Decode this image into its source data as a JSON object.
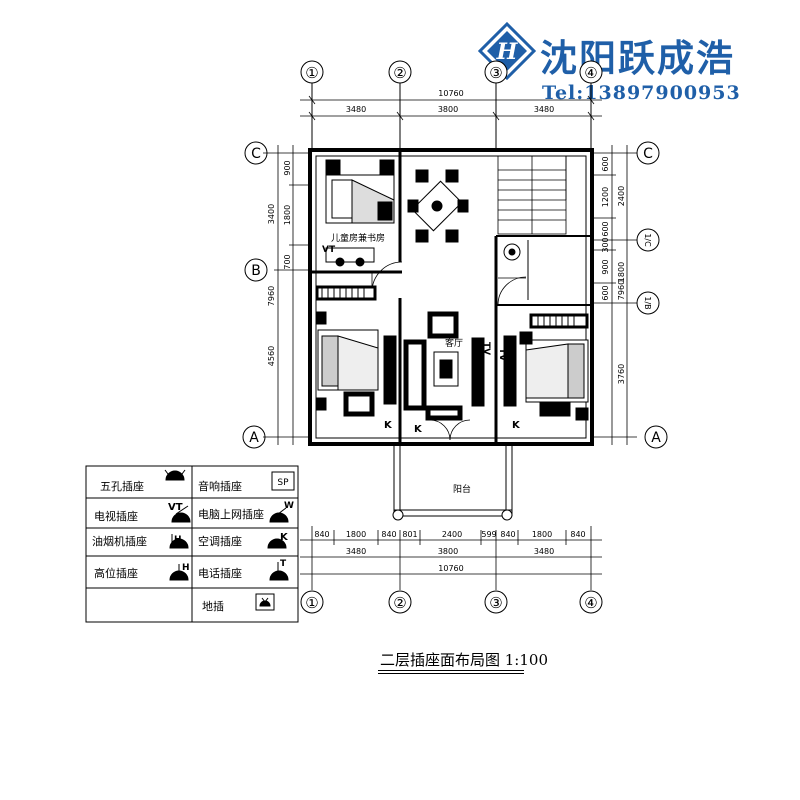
{
  "brand": {
    "name": "沈阳跃成浩",
    "tel": "Tel:13897900953",
    "color": "#1f5fa8"
  },
  "grid": {
    "columns": [
      "①",
      "②",
      "③",
      "④"
    ],
    "rows": [
      "A",
      "B",
      "C"
    ],
    "sub_rows": [
      "1/C",
      "1/B"
    ]
  },
  "dims_top": {
    "total": "10760",
    "segments": [
      "3480",
      "3800",
      "3480"
    ]
  },
  "dims_bottom": {
    "fine": [
      "840",
      "1800",
      "840",
      "801",
      "2400",
      "599",
      "840",
      "1800",
      "840"
    ],
    "segments": [
      "3480",
      "3800",
      "3480"
    ],
    "total": "10760"
  },
  "dims_left": {
    "total": "7960",
    "parts": [
      "3400",
      "4560"
    ],
    "fine": [
      "900",
      "1800",
      "700"
    ]
  },
  "dims_right": {
    "total": "7960",
    "parts": [
      "2400",
      "1800",
      "3760"
    ],
    "fine": [
      "600",
      "1200",
      "600",
      "300",
      "900",
      "600"
    ]
  },
  "rooms": {
    "kids_room": "儿童房兼书房",
    "living": "客厅",
    "balcony": "阳台"
  },
  "socket_marks": {
    "tv": "TV",
    "vt": "VT",
    "k": "K"
  },
  "legend": [
    {
      "label": "五孔插座",
      "symbol": "five-hole-socket-icon"
    },
    {
      "label": "音响插座",
      "symbol": "speaker-socket-icon",
      "code": "SP"
    },
    {
      "label": "电视插座",
      "symbol": "tv-socket-icon",
      "code": "VT"
    },
    {
      "label": "电脑上网插座",
      "symbol": "network-socket-icon",
      "code": "W"
    },
    {
      "label": "油烟机插座",
      "symbol": "range-hood-socket-icon",
      "code": "H"
    },
    {
      "label": "空调插座",
      "symbol": "ac-socket-icon",
      "code": "K"
    },
    {
      "label": "高位插座",
      "symbol": "high-socket-icon",
      "code": "H"
    },
    {
      "label": "电话插座",
      "symbol": "phone-socket-icon",
      "code": "T"
    },
    {
      "label": "",
      "symbol": ""
    },
    {
      "label": "地插",
      "symbol": "floor-socket-icon"
    }
  ],
  "drawing_title": "二层插座面布局图 1:100"
}
